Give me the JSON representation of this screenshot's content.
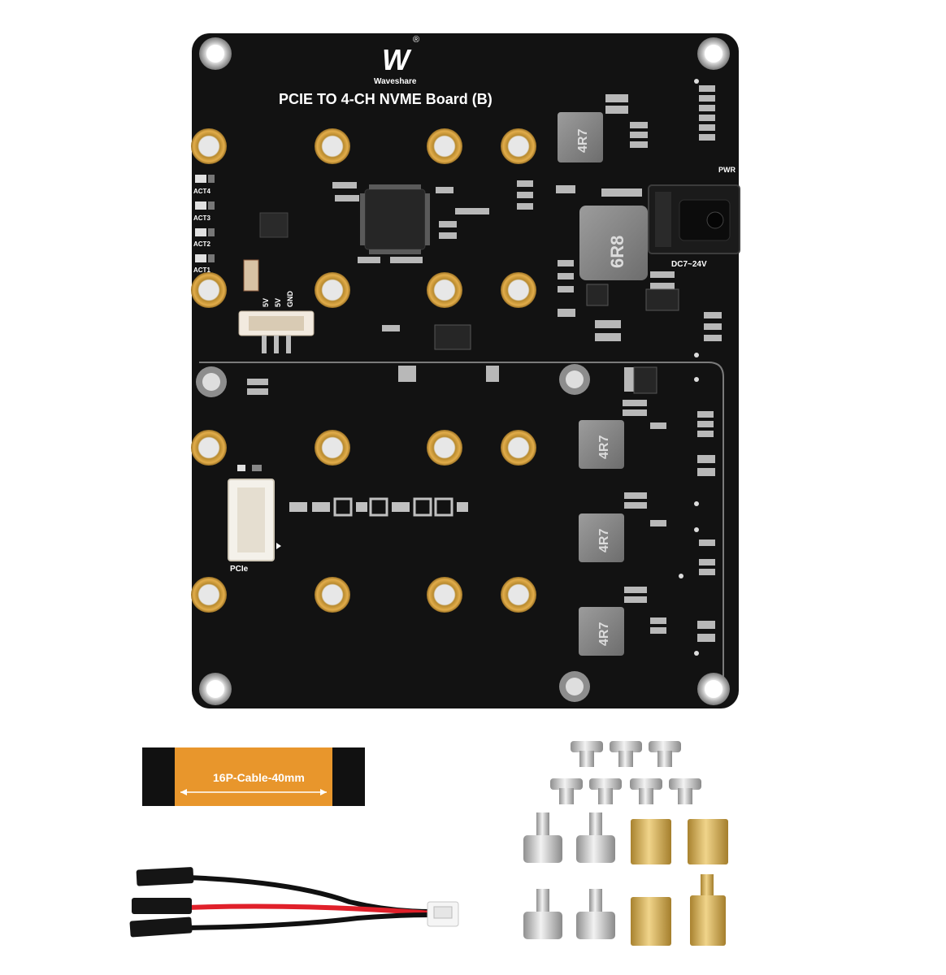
{
  "board": {
    "brand_name": "Waveshare",
    "logo_text": "W",
    "title": "PCIE TO 4-CH NVME Board (B)",
    "activity_leds": [
      "ACT4",
      "ACT3",
      "ACT2",
      "ACT1"
    ],
    "power_header_pins": [
      "5V",
      "5V",
      "GND"
    ],
    "pwr_label": "PWR",
    "dc_input_label": "DC7~24V",
    "pcie_label": "PCIe",
    "inductor_markings": [
      "4R7",
      "6R8",
      "4R7",
      "4R7",
      "4R7"
    ]
  },
  "accessories": {
    "ffc_cable_label": "16P-Cable-40mm"
  },
  "colors": {
    "pcb": "#121212",
    "gold_ring": "#d9a441",
    "ffc_orange": "#e8962c",
    "wire_red": "#e0202a",
    "wire_black": "#111111",
    "brass": "#d8b25a",
    "steel": "#c9c9c9"
  }
}
